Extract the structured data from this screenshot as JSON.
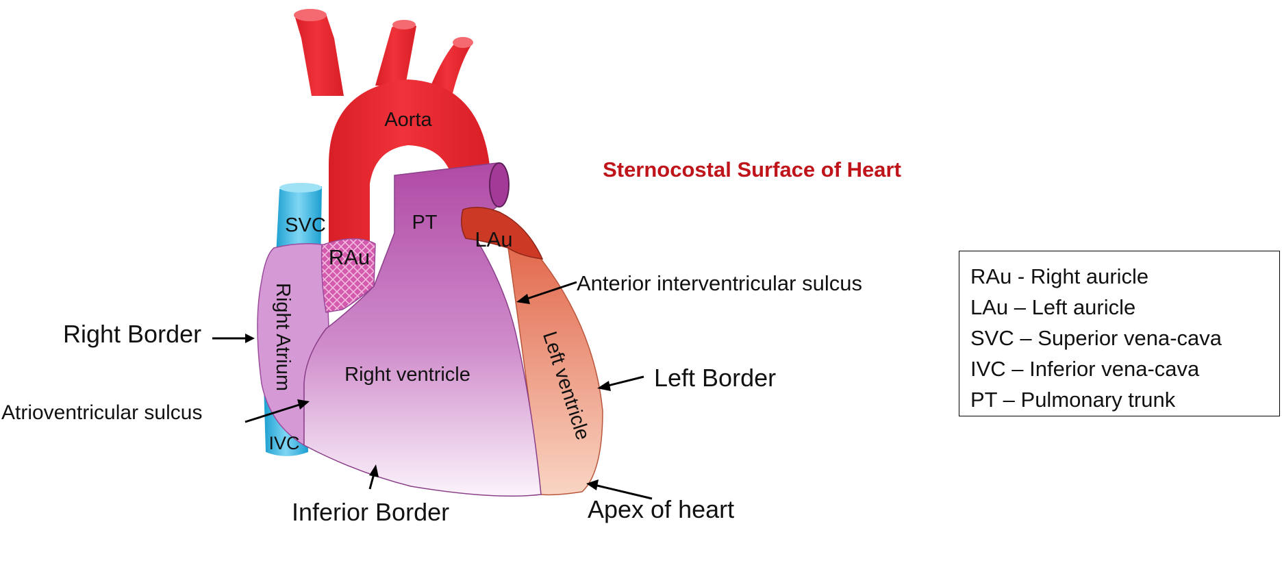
{
  "title": "Sternocostal Surface of Heart",
  "labels": {
    "aorta": "Aorta",
    "svc": "SVC",
    "pt": "PT",
    "lau": "LAu",
    "rau": "RAu",
    "right_atrium": "Right Atrium",
    "right_ventricle": "Right ventricle",
    "left_ventricle": "Left ventricle",
    "ivc": "IVC"
  },
  "callouts": {
    "right_border": "Right Border",
    "left_border": "Left Border",
    "anterior_interventricular_sulcus": "Anterior interventricular sulcus",
    "atrioventricular_sulcus": "Atrioventricular sulcus",
    "inferior_border": "Inferior Border",
    "apex_of_heart": "Apex of heart"
  },
  "legend": [
    "RAu - Right auricle",
    "LAu – Left auricle",
    "SVC – Superior vena-cava",
    "IVC – Inferior vena-cava",
    "PT – Pulmonary trunk"
  ],
  "colors": {
    "aorta": "#e8262e",
    "vena_cava": "#2fb3df",
    "pulmonary_trunk": "#b04aa5",
    "right_atrium": "#d59ad6",
    "left_auricle": "#cc3a26",
    "left_ventricle": "#ee8f72",
    "title": "#c0141b"
  }
}
